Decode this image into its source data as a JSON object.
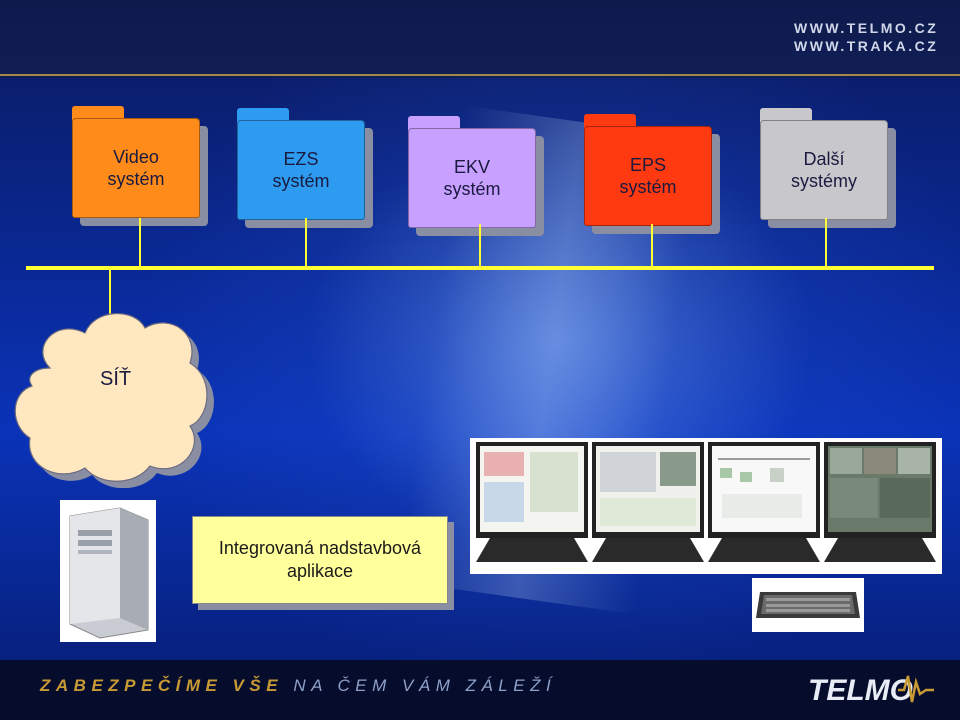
{
  "header": {
    "url1": "WWW.TELMO.CZ",
    "url2": "WWW.TRAKA.CZ"
  },
  "folders": [
    {
      "label": "Video\nsystém",
      "color": "#ff8c1a",
      "tab_color": "#ff8c1a"
    },
    {
      "label": "EZS\nsystém",
      "color": "#2d9cf0",
      "tab_color": "#2d9cf0"
    },
    {
      "label": "EKV\nsystém",
      "color": "#c8a0ff",
      "tab_color": "#c8a0ff"
    },
    {
      "label": "EPS\nsystém",
      "color": "#ff3a10",
      "tab_color": "#ff3a10"
    },
    {
      "label": "Další\nsystémy",
      "color": "#c8c8cc",
      "tab_color": "#c8c8cc"
    }
  ],
  "network": {
    "label": "SÍŤ"
  },
  "application": {
    "label": "Integrovaná  nadstavbová\naplikace"
  },
  "footer": {
    "tagline_strong": "ZABEZPEČÍME VŠE",
    "tagline_rest": " NA ČEM VÁM ZÁLEŽÍ",
    "logo_text": "TELMO"
  },
  "colors": {
    "bus": "#ffff33",
    "accent": "#c89a34",
    "cloud": "#ffe8c0",
    "appbox": "#ffff9c"
  }
}
